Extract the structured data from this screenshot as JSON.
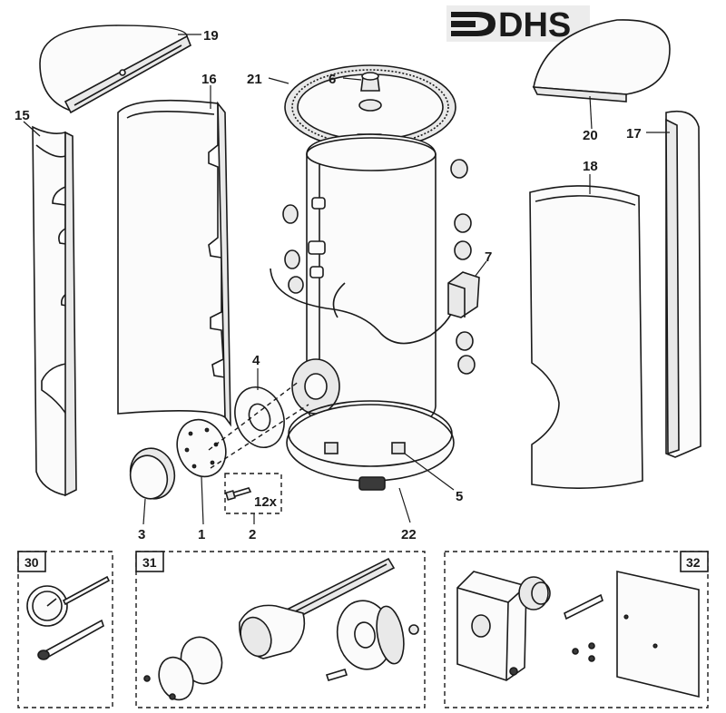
{
  "brand": {
    "logo_text": "DHS"
  },
  "labels": {
    "p1": "1",
    "p2": "2",
    "p3": "3",
    "p4": "4",
    "p5": "5",
    "p6": "6",
    "p7": "7",
    "p15": "15",
    "p16": "16",
    "p17": "17",
    "p18": "18",
    "p19": "19",
    "p20": "20",
    "p21": "21",
    "p22": "22",
    "qty": "12x"
  },
  "boxes": {
    "b30": "30",
    "b31": "31",
    "b32": "32"
  }
}
